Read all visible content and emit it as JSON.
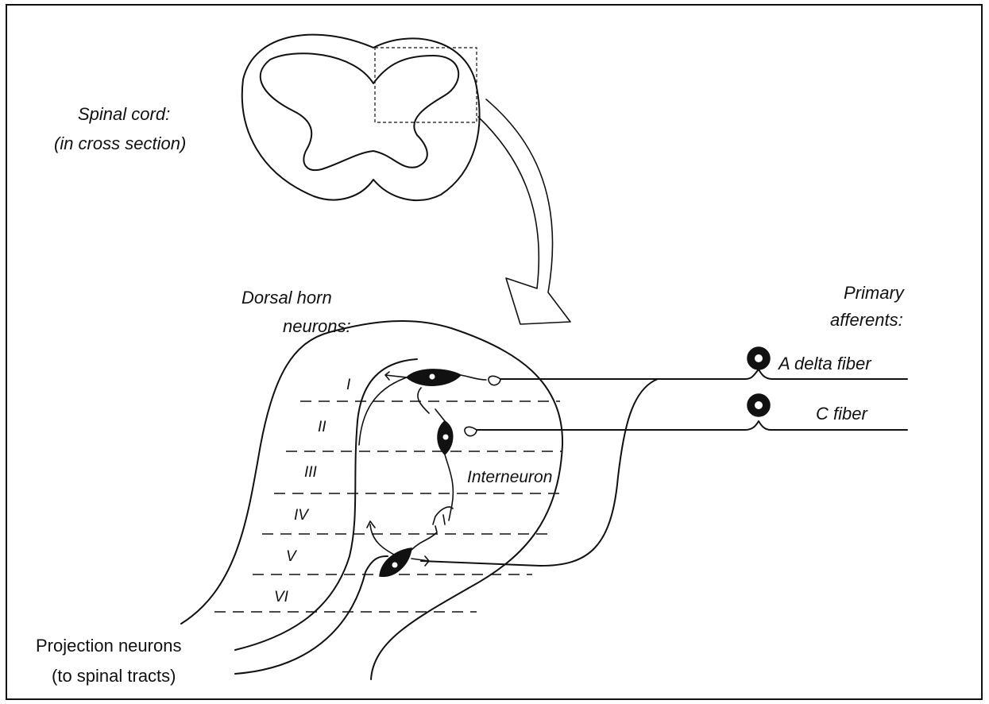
{
  "labels": {
    "spinal_cord_line1": "Spinal cord:",
    "spinal_cord_line2": "(in cross section)",
    "dorsal_horn_line1": "Dorsal horn",
    "dorsal_horn_line2": "neurons:",
    "primary_afferents_line1": "Primary",
    "primary_afferents_line2": "afferents:",
    "a_delta_fiber": "A delta fiber",
    "c_fiber": "C fiber",
    "interneuron": "Interneuron",
    "projection_line1": "Projection neurons",
    "projection_line2": "(to spinal tracts)"
  },
  "laminae": [
    "I",
    "II",
    "III",
    "IV",
    "V",
    "VI"
  ],
  "colors": {
    "ink": "#111111",
    "background": "#ffffff"
  }
}
